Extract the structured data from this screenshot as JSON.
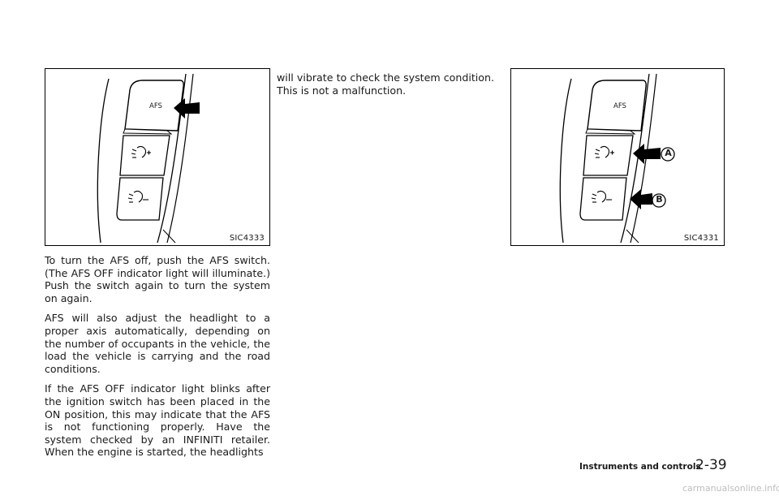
{
  "figures": {
    "left": {
      "code": "SIC4333",
      "afs_label": "AFS"
    },
    "right": {
      "code": "SIC4331",
      "afs_label": "AFS",
      "callout_a": "A",
      "callout_b": "B"
    }
  },
  "left_column": {
    "paragraphs": [
      "To turn the AFS off, push the AFS switch. (The AFS OFF indicator light will illuminate.) Push the switch again to turn the system on again.",
      "AFS will also adjust the headlight to a proper axis automatically, depending on the number of occupants in the vehicle, the load the vehicle is carrying and the road conditions.",
      "If the AFS OFF indicator light blinks after the ignition switch has been placed in the ON position, this may indicate that the AFS is not functioning properly. Have the system checked by an INFINITI retailer. When the engine is started, the headlights"
    ]
  },
  "middle_column": {
    "paragraphs": [
      "will vibrate to check the system condition. This is not a malfunction."
    ]
  },
  "footer": {
    "section_title": "Instruments and controls",
    "page_number": "2-39",
    "watermark": "carmanualsonline.info"
  }
}
